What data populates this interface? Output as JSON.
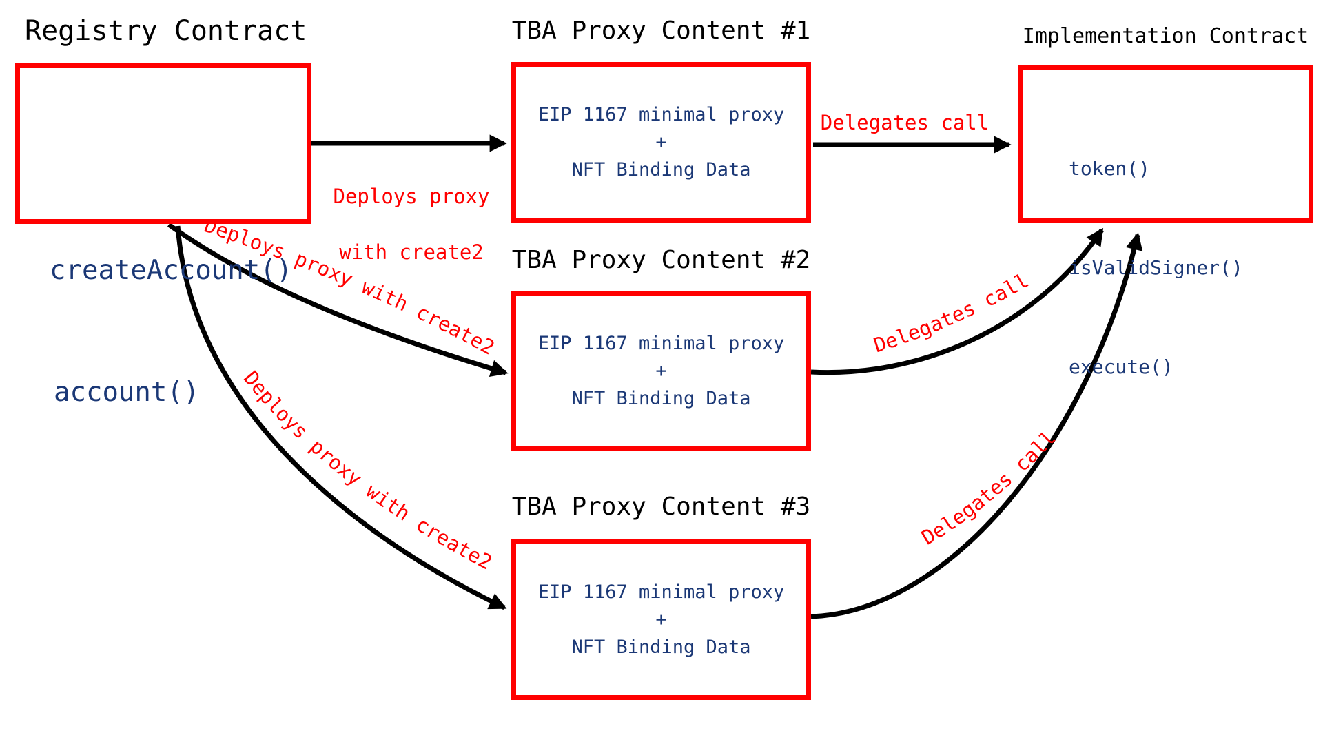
{
  "colors": {
    "box_border_red": "#ff0000",
    "label_red": "#ff0000",
    "text_navy": "#1b3876",
    "arrow_black": "#000000",
    "background": "#ffffff"
  },
  "nodes": {
    "registry": {
      "title": "Registry Contract",
      "methods": [
        "createAccount()",
        "account()"
      ]
    },
    "proxy1": {
      "title": "TBA Proxy Content #1",
      "line1": "EIP 1167 minimal proxy",
      "operator": "+",
      "line2": "NFT Binding Data"
    },
    "proxy2": {
      "title": "TBA Proxy Content #2",
      "line1": "EIP 1167 minimal proxy",
      "operator": "+",
      "line2": "NFT Binding Data"
    },
    "proxy3": {
      "title": "TBA Proxy Content #3",
      "line1": "EIP 1167 minimal proxy",
      "operator": "+",
      "line2": "NFT Binding Data"
    },
    "implementation": {
      "title": "Implementation Contract",
      "methods": [
        "token()",
        "isValidSigner()",
        "execute()"
      ],
      "more_indicator_icon": "vertical-ellipsis"
    }
  },
  "edges": {
    "deploy1": {
      "from": "registry",
      "to": "proxy1",
      "label_line1": "Deploys proxy",
      "label_line2": "with create2"
    },
    "deploy2": {
      "from": "registry",
      "to": "proxy2",
      "label": "Deploys proxy with create2"
    },
    "deploy3": {
      "from": "registry",
      "to": "proxy3",
      "label": "Deploys proxy with create2"
    },
    "delegate1": {
      "from": "proxy1",
      "to": "implementation",
      "label": "Delegates call"
    },
    "delegate2": {
      "from": "proxy2",
      "to": "implementation",
      "label": "Delegates call"
    },
    "delegate3": {
      "from": "proxy3",
      "to": "implementation",
      "label": "Delegates call"
    }
  }
}
